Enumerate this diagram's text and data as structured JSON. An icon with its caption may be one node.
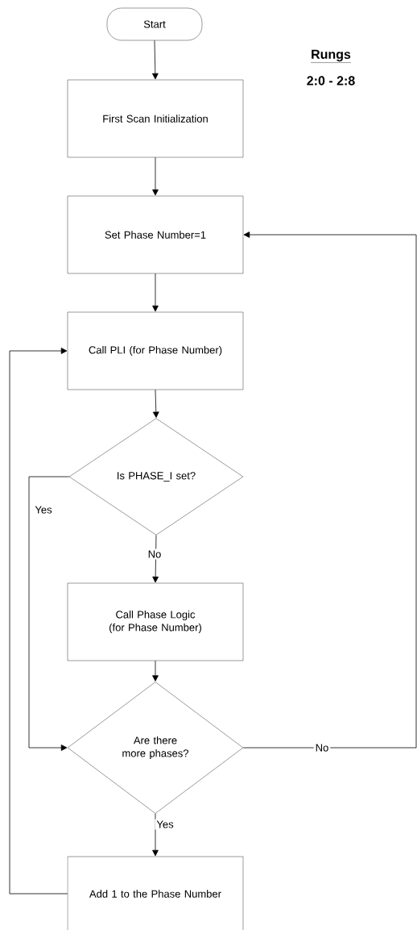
{
  "diagram": {
    "nodes": [
      {
        "text": [
          "Start"
        ]
      },
      {
        "text": [
          "First Scan Initialization"
        ]
      },
      {
        "text": [
          "Set Phase Number=1"
        ]
      },
      {
        "text": [
          "Call PLI (for Phase Number)"
        ]
      },
      {
        "text": [
          "Is PHASE_I set?"
        ]
      },
      {
        "text": [
          "Call Phase Logic (for Phase Number)"
        ]
      },
      {
        "text": [
          "Are there more phases?"
        ]
      },
      {
        "text": [
          "Add 1 to the Phase Number"
        ]
      }
    ],
    "edges": [
      {
        "from": 0,
        "to": 1,
        "arrow": "to"
      },
      {
        "from": 1,
        "to": 2,
        "arrow": "to"
      },
      {
        "from": 2,
        "to": 3,
        "arrow": "to"
      },
      {
        "from": 3,
        "to": 4,
        "arrow": "to"
      },
      {
        "from": 4,
        "to": 5,
        "arrow": "to",
        "label": "No"
      },
      {
        "from": 4,
        "to": 6,
        "arrow": "to",
        "label": "Yes"
      },
      {
        "from": 5,
        "to": 6,
        "arrow": "to"
      },
      {
        "from": 6,
        "to": 7,
        "arrow": "to",
        "label": "Yes"
      },
      {
        "from": 6,
        "to": 2,
        "arrow": "to",
        "label": "No"
      },
      {
        "from": 7,
        "to": 3,
        "arrow": "to"
      }
    ],
    "labels": [
      "Rungs",
      "2:0 - 2:8"
    ]
  }
}
